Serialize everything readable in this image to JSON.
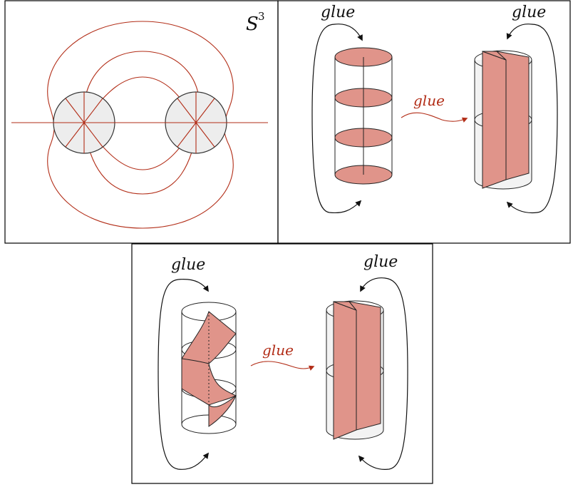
{
  "panels": {
    "top_left": {
      "space_label": "S",
      "space_superscript": "3"
    },
    "top_right": {
      "glue_left": "glue",
      "glue_middle": "glue",
      "glue_right": "glue"
    },
    "bottom": {
      "glue_left": "glue",
      "glue_middle": "glue",
      "glue_right": "glue"
    }
  },
  "colors": {
    "curve_red": "#b22d17",
    "surface_fill": "#e0948a",
    "ball_fill": "#ededed"
  }
}
